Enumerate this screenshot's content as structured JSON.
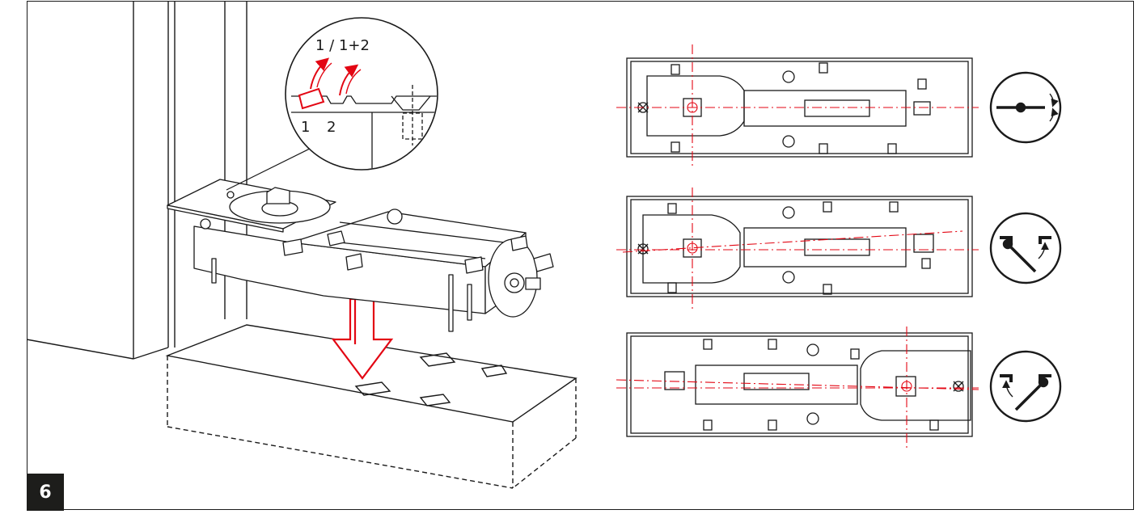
{
  "step": {
    "number": "6"
  },
  "detail": {
    "break_label": "1 / 1+2",
    "tab1_label": "1",
    "tab2_label": "2"
  },
  "orientations": [
    {
      "name": "closed-position",
      "symbol": "door-closed-symbol"
    },
    {
      "name": "left-hand-opening",
      "symbol": "door-open-left-symbol"
    },
    {
      "name": "right-hand-opening",
      "symbol": "door-open-right-symbol"
    }
  ],
  "colors": {
    "ink": "#1a1a1a",
    "accent": "#e30613",
    "badge": "#1d1d1b"
  }
}
